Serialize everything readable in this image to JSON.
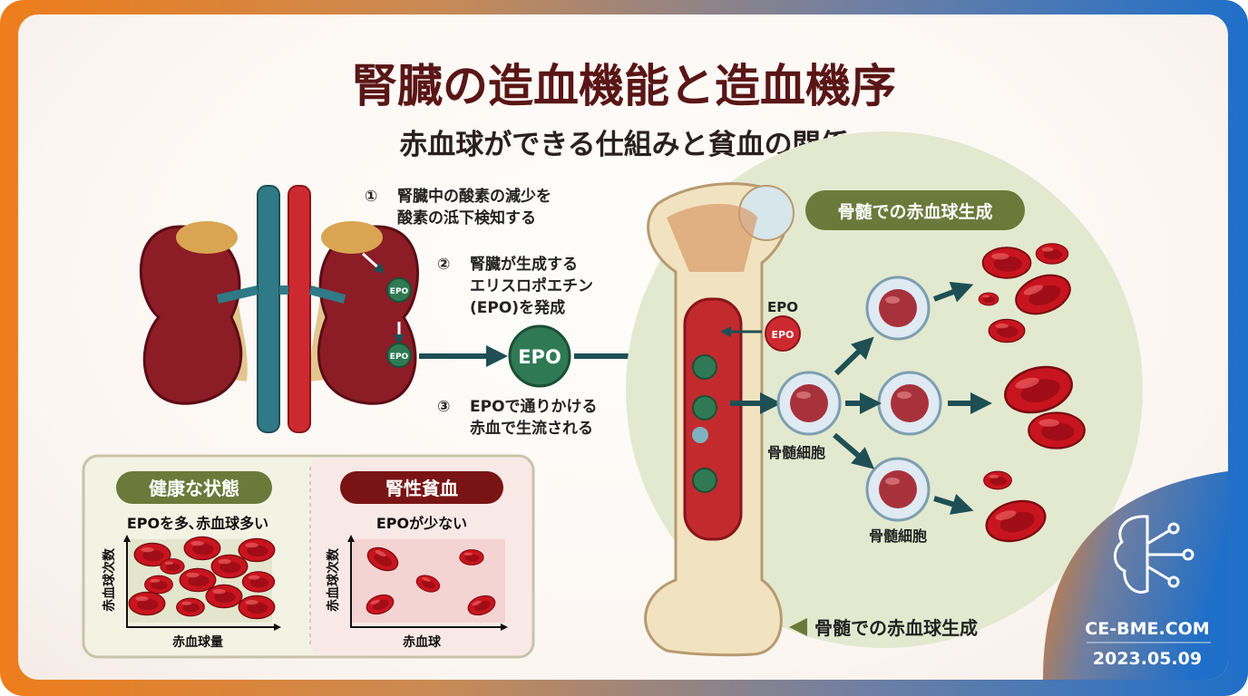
{
  "header": {
    "title": "腎臓の造血機能と造血機序",
    "subtitle": "赤血球ができる仕組みと貧血の関係"
  },
  "steps": [
    {
      "number": "①",
      "line1": "腎臓中の酸素の減少を",
      "line2": "酸素の泜下検知する",
      "line3": ""
    },
    {
      "number": "②",
      "line1": "腎臓が生成する",
      "line2": "エリスロポエチン",
      "line3": "(EPO)を発成"
    },
    {
      "number": "③",
      "line1": "EPOで通りかける",
      "line2": "赤血で生流される",
      "line3": ""
    }
  ],
  "epo_label": "EPO",
  "marrow": {
    "pill_label": "骨髄での赤血球生成",
    "epo_caption": "EPO",
    "cell_label_1": "骨髄細胞",
    "cell_label_2": "骨髄細胞",
    "bottom_caption": "骨髄での赤血球生成"
  },
  "comparison": {
    "healthy": {
      "badge": "健康な状態",
      "caption": "EPOを多､赤血球多い",
      "y_axis": "赤血球次数",
      "x_axis": "赤血球量"
    },
    "anemia": {
      "badge": "腎性貧血",
      "caption": "EPOが少ない",
      "y_axis": "赤血球次数",
      "x_axis": "赤血球"
    }
  },
  "brand": {
    "site": "CE-BME.COM",
    "date": "2023.05.09",
    "logo_icon": "brain-circuit-icon"
  },
  "colors": {
    "title": "#5a1616",
    "epo_green": "#2f7a55",
    "arrow": "#1d4f55",
    "healthy_badge": "#6b7a3a",
    "anemia_badge": "#7a1414",
    "rbc": "#c8141e"
  }
}
